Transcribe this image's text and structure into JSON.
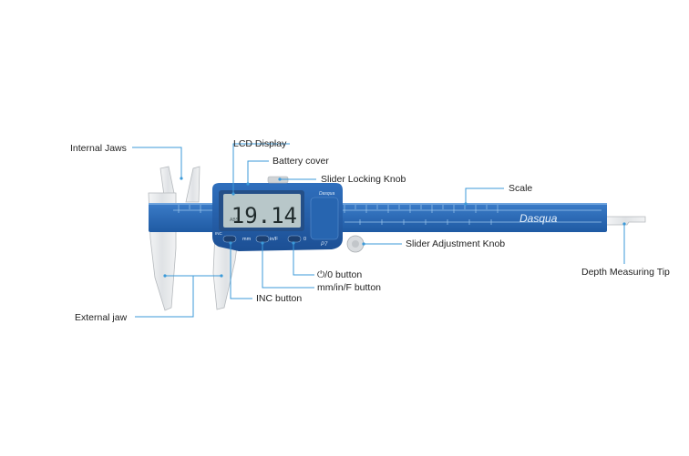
{
  "labels": {
    "internal_jaws": "Internal Jaws",
    "lcd_display": "LCD Display",
    "battery_cover": "Battery cover",
    "slider_locking_knob": "Slider Locking Knob",
    "scale": "Scale",
    "slider_adjustment_knob": "Slider Adjustment Knob",
    "power_zero_button": "⏻/0 button",
    "mm_in_f_button": "mm/in/F button",
    "inc_button": "INC button",
    "external_jaw": "External jaw",
    "depth_measuring_tip": "Depth Measuring Tip"
  },
  "device": {
    "brand": "Dasqua",
    "brand_small": "Dasqua",
    "reading": "19.14",
    "inc_key": "INC",
    "unit_key": "mm",
    "unit_key_2": "in/F",
    "mode_indicator": "ABS",
    "zero_mark": "0"
  },
  "colors": {
    "body_blue": "#2a68b4",
    "lead_line": "#3b9ad9",
    "lcd_screen": "#b8c7c9"
  }
}
